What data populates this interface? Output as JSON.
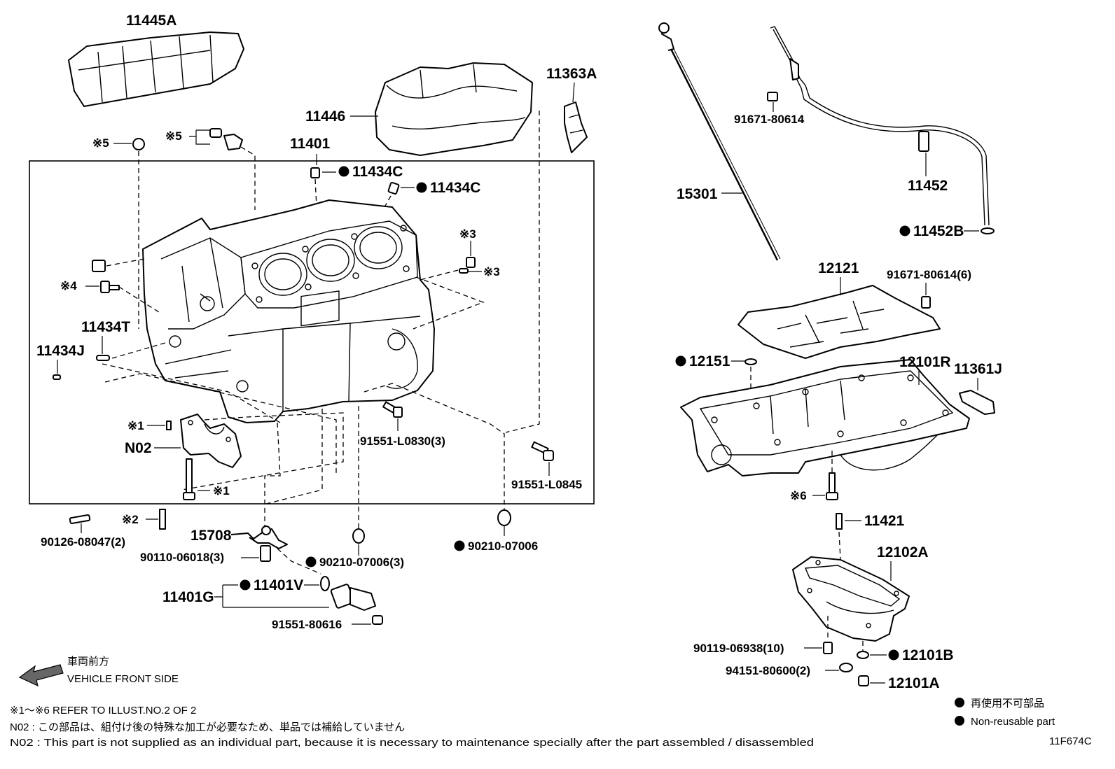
{
  "parts": {
    "p_11445A": "11445A",
    "p_11446": "11446",
    "p_11363A": "11363A",
    "p_x5_left": "※5",
    "p_x5_mid": "※5",
    "p_11401": "11401",
    "p_11434C_a": "11434C",
    "p_11434C_b": "11434C",
    "p_x3_top": "※3",
    "p_x3_mid": "※3",
    "p_x4": "※4",
    "p_11434T": "11434T",
    "p_11434J": "11434J",
    "p_x1_top": "※1",
    "p_N02": "N02",
    "p_x1_bot": "※1",
    "p_91551_L0830": "91551-L0830(3)",
    "p_91551_L0845": "91551-L0845",
    "p_x2": "※2",
    "p_90126": "90126-08047(2)",
    "p_15708": "15708",
    "p_90110": "90110-06018(3)",
    "p_90210_3": "90210-07006(3)",
    "p_90210": "90210-07006",
    "p_11401G": "11401G",
    "p_11401V": "11401V",
    "p_91551_80616": "91551-80616",
    "p_15301": "15301",
    "p_91671_top": "91671-80614",
    "p_11452": "11452",
    "p_11452B": "11452B",
    "p_12121": "12121",
    "p_91671_6": "91671-80614(6)",
    "p_12151": "12151",
    "p_12101R": "12101R",
    "p_11361J": "11361J",
    "p_x6": "※6",
    "p_11421": "11421",
    "p_12102A": "12102A",
    "p_90119": "90119-06938(10)",
    "p_12101B": "12101B",
    "p_94151": "94151-80600(2)",
    "p_12101A": "12101A"
  },
  "direction": {
    "jp": "車両前方",
    "en": "VEHICLE FRONT SIDE"
  },
  "notes": {
    "refer": "※1～※6  REFER TO ILLUST.NO.2 OF 2",
    "n02_jp": "N02 : この部品は、組付け後の特殊な加工が必要なため、単品では補給していません",
    "n02_en": "N02 : This part is not supplied as an individual part, because it is necessary to maintenance specially after the part assembled / disassembled"
  },
  "legend": {
    "jp": "再使用不可部品",
    "en": "Non-reusable part"
  },
  "illustration_code": "11F674C"
}
